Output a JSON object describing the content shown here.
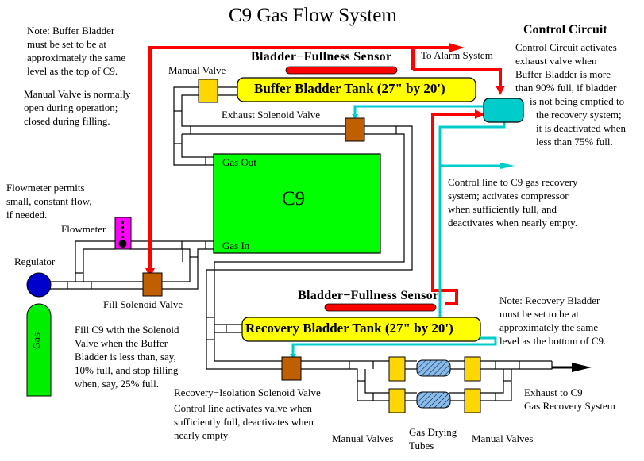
{
  "title": "C9 Gas Flow System",
  "chamber": {
    "label": "C9",
    "gas_out": "Gas Out",
    "gas_in": "Gas In"
  },
  "buffer_tank": {
    "label": "Buffer Bladder Tank (27\" by 20')",
    "sensor_label": "Bladder−Fullness Sensor"
  },
  "recovery_tank": {
    "label": "Recovery Bladder Tank (27\" by 20')",
    "sensor_label": "Bladder−Fullness Sensor"
  },
  "labels": {
    "manual_valve": "Manual Valve",
    "exhaust_solenoid_valve": "Exhaust Solenoid Valve",
    "to_alarm_system": "To Alarm System",
    "flowmeter": "Flowmeter",
    "regulator": "Regulator",
    "gas_cylinder": "Gas",
    "fill_solenoid_valve": "Fill Solenoid Valve",
    "recovery_isolation_valve": "Recovery−Isolation Solenoid Valve",
    "manual_valves_left": "Manual Valves",
    "manual_valves_right": "Manual Valves",
    "gas_drying_tubes": [
      "Gas Drying",
      "Tubes"
    ],
    "exhaust_to_recovery": [
      "Exhaust to C9",
      "Gas Recovery System"
    ],
    "control_circuit_title": "Control Circuit"
  },
  "notes": {
    "buffer_bladder": [
      "Note:  Buffer Bladder",
      "must be set to be at",
      "approximately the same",
      "level as the top of C9."
    ],
    "manual_valve": [
      "Manual Valve is normally",
      "open during operation;",
      "closed during filling."
    ],
    "flowmeter": [
      "Flowmeter permits",
      "small, constant flow,",
      "if needed."
    ],
    "fill": [
      "Fill C9 with the Solenoid",
      "Valve when the Buffer",
      "Bladder is less than, say,",
      "10% full, and stop filling",
      "when, say, 25% full."
    ],
    "recovery_isolation": [
      "Control line activates valve when",
      "sufficiently full, deactivates when",
      "nearly empty"
    ],
    "control_circuit": [
      "Control Circuit activates",
      "exhaust valve when",
      "Buffer Bladder is more",
      "than 90% full,  if bladder",
      "is not being emptied to",
      "the recovery system;",
      "it is deactivated when",
      "less than 75% full."
    ],
    "control_line": [
      "Control line to C9 gas recovery",
      "system;  activates compressor",
      "when sufficiently full, and",
      "deactivates when nearly empty."
    ],
    "recovery_bladder": [
      "Note:  Recovery Bladder",
      "must be set to be at",
      "approximately the same",
      "level as the bottom of C9."
    ]
  },
  "colors": {
    "chamber": "#00ff00",
    "tank": "#ffff00",
    "sensor": "#ff0000",
    "control_line": "#00cccc",
    "alarm_line": "#ff0000",
    "solenoid_valve": "#bf5f00",
    "manual_valve": "#ffd700",
    "flowmeter": "#ff00ff",
    "regulator": "#0000cc",
    "cylinder": "#00ee00",
    "drying_tube": "#88bbee"
  }
}
